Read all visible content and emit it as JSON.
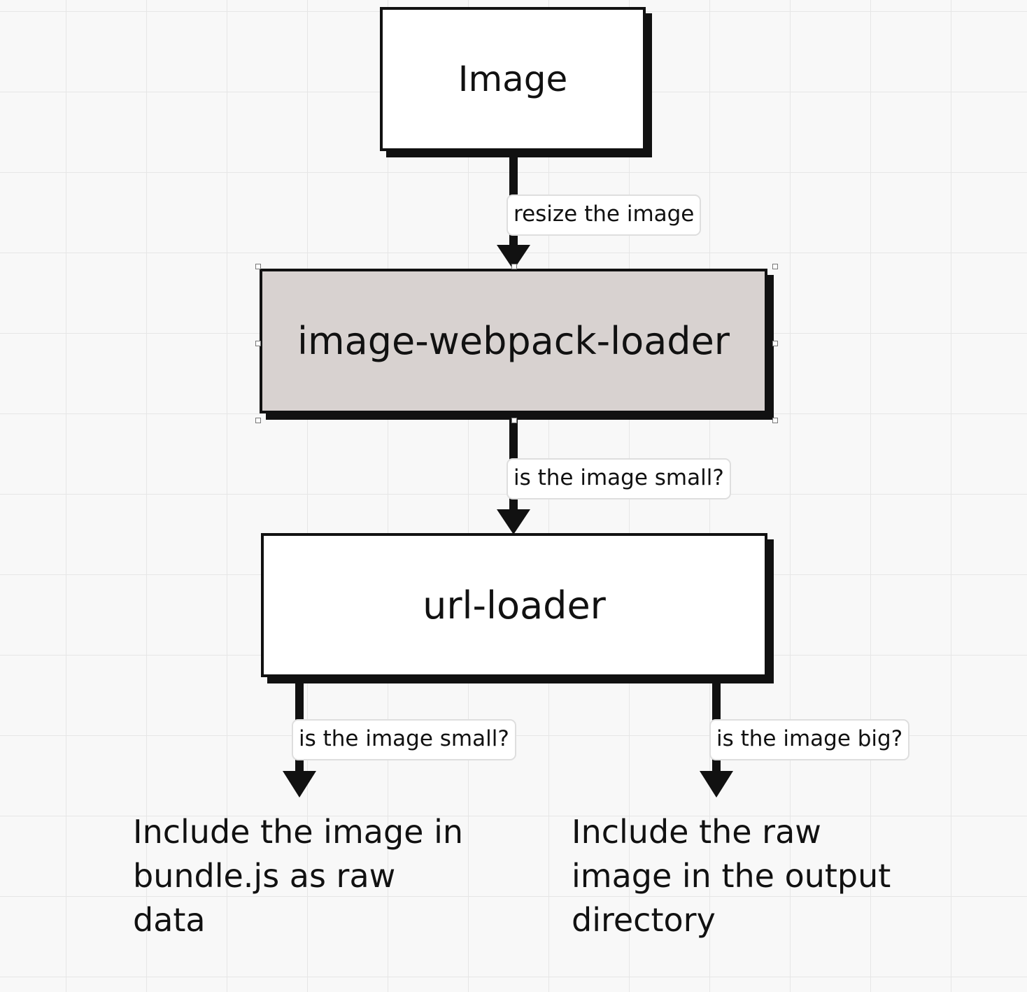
{
  "diagram": {
    "nodes": {
      "image": {
        "label": "Image",
        "fill": "#ffffff"
      },
      "image_webpack_loader": {
        "label": "image-webpack-loader",
        "fill": "#d8d2d0",
        "selected": true
      },
      "url_loader": {
        "label": "url-loader",
        "fill": "#ffffff"
      }
    },
    "edges": [
      {
        "from": "image",
        "to": "image_webpack_loader",
        "label": "resize the image"
      },
      {
        "from": "image_webpack_loader",
        "to": "url_loader",
        "label": "is the image small?"
      },
      {
        "from": "url_loader",
        "to": "outcome_small",
        "label": "is the image small?"
      },
      {
        "from": "url_loader",
        "to": "outcome_big",
        "label": "is the image big?"
      }
    ],
    "outcomes": {
      "small": {
        "lines": [
          "Include the image in",
          "bundle.js as raw",
          "data"
        ]
      },
      "big": {
        "lines": [
          "Include the raw",
          "image in the output",
          "directory"
        ]
      }
    },
    "colors": {
      "stroke": "#111111",
      "grid": "#e6e6e6",
      "canvas": "#f8f8f8",
      "edge_label_border": "#dedede"
    }
  }
}
